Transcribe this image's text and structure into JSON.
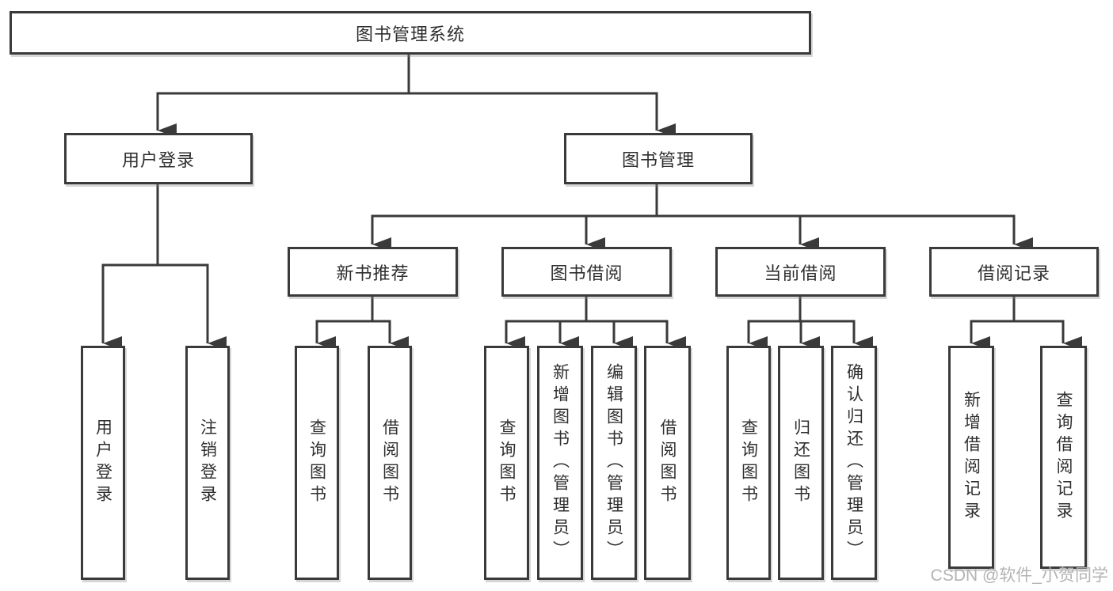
{
  "diagram_title": "图书管理系统",
  "tree": {
    "root": {
      "label": "图书管理系统"
    },
    "user_login": {
      "label": "用户登录",
      "leaves": [
        "用户登录",
        "注销登录"
      ]
    },
    "book_management": {
      "label": "图书管理",
      "sections": {
        "new_books": {
          "label": "新书推荐",
          "leaves": [
            "查询图书",
            "借阅图书"
          ]
        },
        "borrowing": {
          "label": "图书借阅",
          "leaves": [
            "查询图书",
            "新增图书（管理员）",
            "编辑图书（管理员）",
            "借阅图书"
          ]
        },
        "current": {
          "label": "当前借阅",
          "leaves": [
            "查询图书",
            "归还图书",
            "确认归还（管理员）"
          ]
        },
        "records": {
          "label": "借阅记录",
          "leaves": [
            "新增借阅记录",
            "查询借阅记录"
          ]
        }
      }
    }
  },
  "watermark": "CSDN @软件_小贺同学",
  "colors": {
    "line": "#3a3a3a",
    "text": "#2f2f2f",
    "background": "#ffffff",
    "watermark_text": "#b3b3b3"
  }
}
